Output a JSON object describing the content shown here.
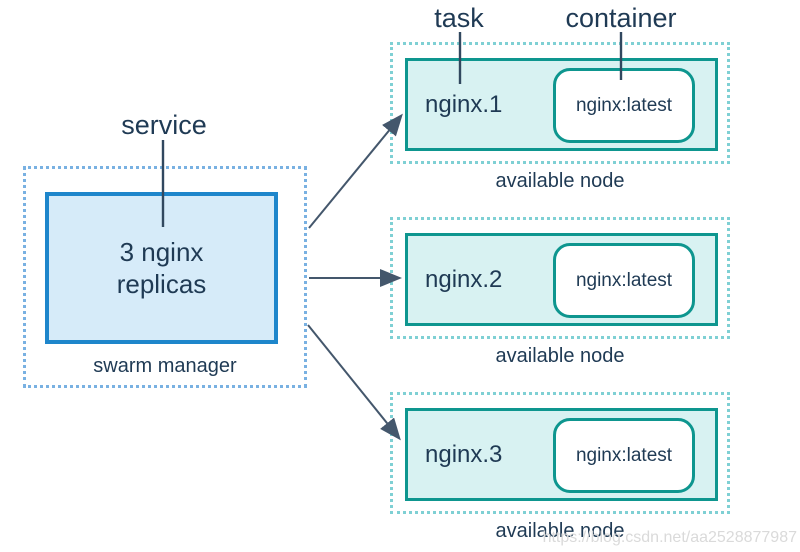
{
  "annotations": {
    "service": "service",
    "task": "task",
    "container": "container"
  },
  "swarm_manager": {
    "service_box_text": "3 nginx\nreplicas",
    "caption": "swarm manager"
  },
  "nodes": [
    {
      "task": "nginx.1",
      "container": "nginx:latest",
      "caption": "available node"
    },
    {
      "task": "nginx.2",
      "container": "nginx:latest",
      "caption": "available node"
    },
    {
      "task": "nginx.3",
      "container": "nginx:latest",
      "caption": "available node"
    }
  ],
  "watermark": "https://blog.csdn.net/aa2528877987",
  "colors": {
    "text": "#1F3A54",
    "teal_border": "#0E968F",
    "teal_fill": "#D8F2F2",
    "teal_dots": "#7FD0D4",
    "blue_border": "#1E86CB",
    "blue_fill": "#D6EBF9",
    "blue_dots": "#79B1E2",
    "arrow": "#44576C",
    "watermark_gray": "#DADADA"
  }
}
